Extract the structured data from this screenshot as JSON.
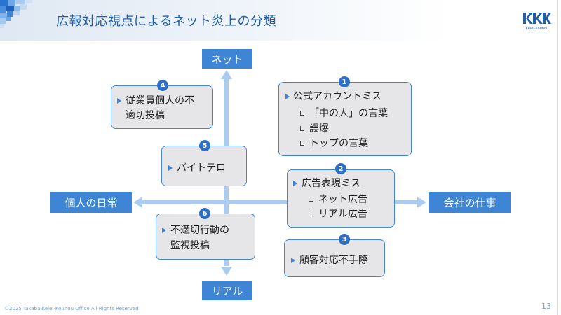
{
  "header": {
    "title": "広報対応視点によるネット炎上の分類",
    "logo_text": "Keiei-Kouhou"
  },
  "axes": {
    "top": "ネット",
    "bottom": "リアル",
    "left": "個人の日常",
    "right": "会社の仕事"
  },
  "boxes": {
    "b1": {
      "num": "1",
      "title": "公式アカウントミス",
      "items": [
        "「中の人」の言葉",
        "誤爆",
        "トップの言葉"
      ]
    },
    "b2": {
      "num": "2",
      "title": "広告表現ミス",
      "items": [
        "ネット広告",
        "リアル広告"
      ]
    },
    "b3": {
      "num": "3",
      "title": "顧客対応不手際"
    },
    "b4": {
      "num": "4",
      "line1": "従業員個人の不",
      "line2": "適切投稿"
    },
    "b5": {
      "num": "5",
      "title": "バイトテロ"
    },
    "b6": {
      "num": "6",
      "line1": "不適切行動の",
      "line2": "監視投稿"
    }
  },
  "footer": {
    "copyright": "©2025 Takaba Keiei-Kouhou Office All Rights Reserved",
    "page": "13"
  },
  "colors": {
    "accent": "#3f85d6",
    "title": "#1f5fa8",
    "box_fill": "#e6e6e9",
    "axis_line": "#a9ccf0"
  }
}
